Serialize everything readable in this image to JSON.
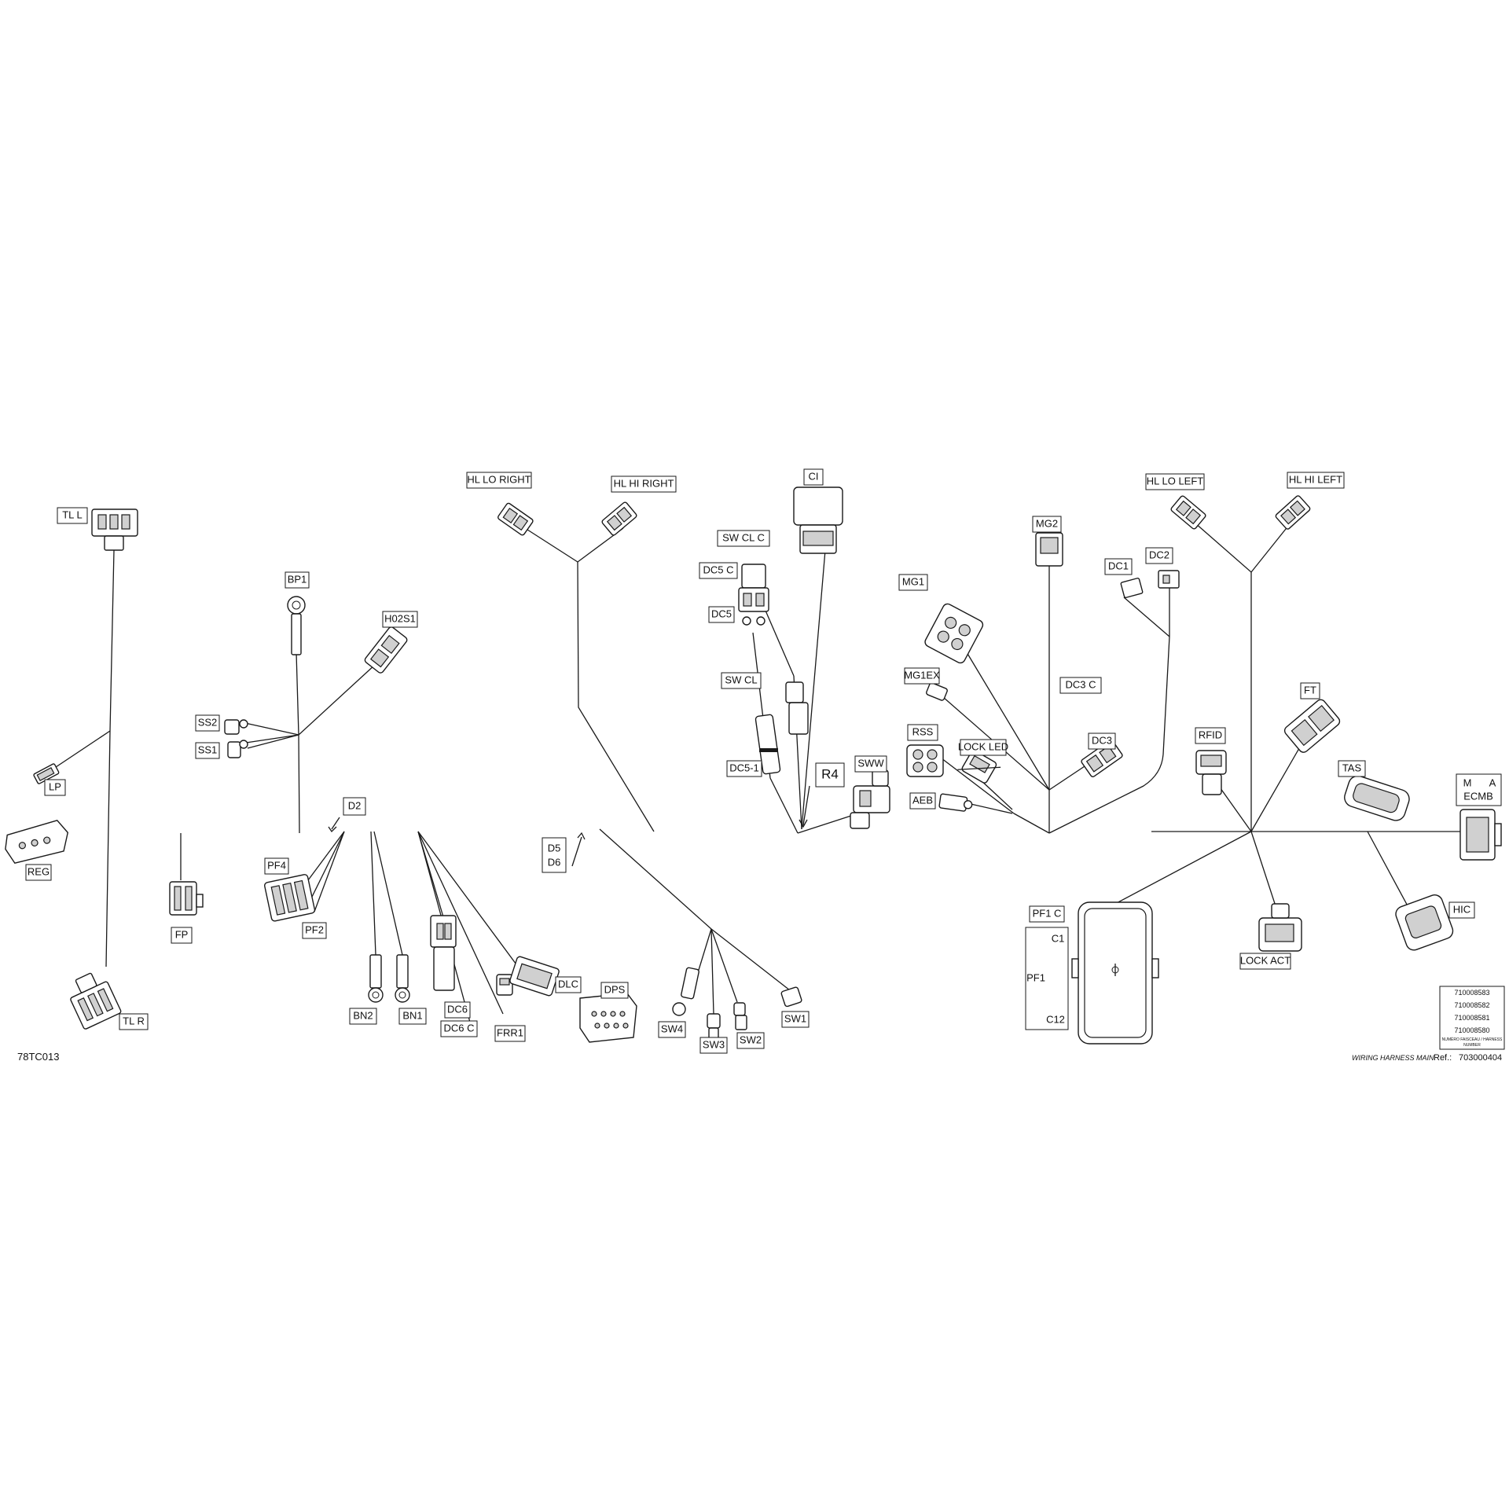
{
  "figure_code": "78TC013",
  "harness_label": "WIRING HARNESS  MAIN",
  "ref_label": "Ref.:",
  "ref_number": "703000404",
  "harness_numbers": [
    "710008583",
    "710008582",
    "710008581",
    "710008580"
  ],
  "harness_numbers_caption": [
    "NUMÉRO FAISCEAU / HARNESS",
    "NUMBER"
  ],
  "pf1_block": {
    "title": "PF1 C",
    "top": "C1",
    "middle": "PF1",
    "bottom": "C12"
  },
  "labels": {
    "tl_l": "TL  L",
    "lp": "LP",
    "reg": "REG",
    "tl_r": "TL  R",
    "fp": "FP",
    "bp1": "BP1",
    "h02s1": "H02S1",
    "ss2": "SS2",
    "ss1": "SS1",
    "d2": "D2",
    "pf4": "PF4",
    "pf2": "PF2",
    "bn2": "BN2",
    "bn1": "BN1",
    "dc6": "DC6",
    "dc6_c": "DC6  C",
    "frr1": "FRR1",
    "dlc": "DLC",
    "dps": "DPS",
    "d5": "D5",
    "d6": "D6",
    "hl_lo_right": "HL  LO RIGHT",
    "hl_hi_right": "HL  HI RIGHT",
    "ci": "CI",
    "sw_cl_c": "SW  CL  C",
    "dc5_c": "DC5  C",
    "dc5": "DC5",
    "sw_cl": "SW  CL",
    "dc5_1": "DC5-1",
    "r4": "R4",
    "sww": "SWW",
    "sw4": "SW4",
    "sw3": "SW3",
    "sw2": "SW2",
    "sw1": "SW1",
    "mg2": "MG2",
    "mg1": "MG1",
    "mg1ex": "MG1EX",
    "dc1": "DC1",
    "dc2": "DC2",
    "dc3_c": "DC3  C",
    "dc3": "DC3",
    "rss": "RSS",
    "lock_led": "LOCK LED",
    "aeb": "AEB",
    "hl_lo_left": "HL  LO LEFT",
    "hl_hi_left": "HL  HI LEFT",
    "ft": "FT",
    "rfid": "RFID",
    "tas": "TAS",
    "m": "M",
    "a": "A",
    "ecmb": "ECMB",
    "hic": "HIC",
    "lock_act": "LOCK  ACT"
  }
}
